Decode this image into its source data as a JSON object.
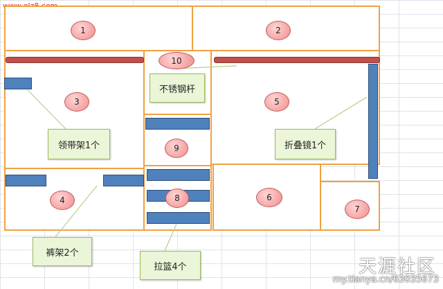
{
  "site_url": "www.glz8.com",
  "regions": {
    "r1": "1",
    "r2": "2",
    "r3": "3",
    "r4": "4",
    "r5": "5",
    "r6": "6",
    "r7": "7",
    "r8": "8",
    "r9": "9",
    "r10": "10"
  },
  "callouts": {
    "tie_rack": "领带架1个",
    "steel_rod": "不锈钢杆",
    "folding_mirror": "折叠镜1个",
    "trouser_rack": "裤架2个",
    "pull_basket": "拉篮4个"
  },
  "watermark": {
    "name": "天涯社区",
    "url": "my.tianya.cn/63035673"
  }
}
